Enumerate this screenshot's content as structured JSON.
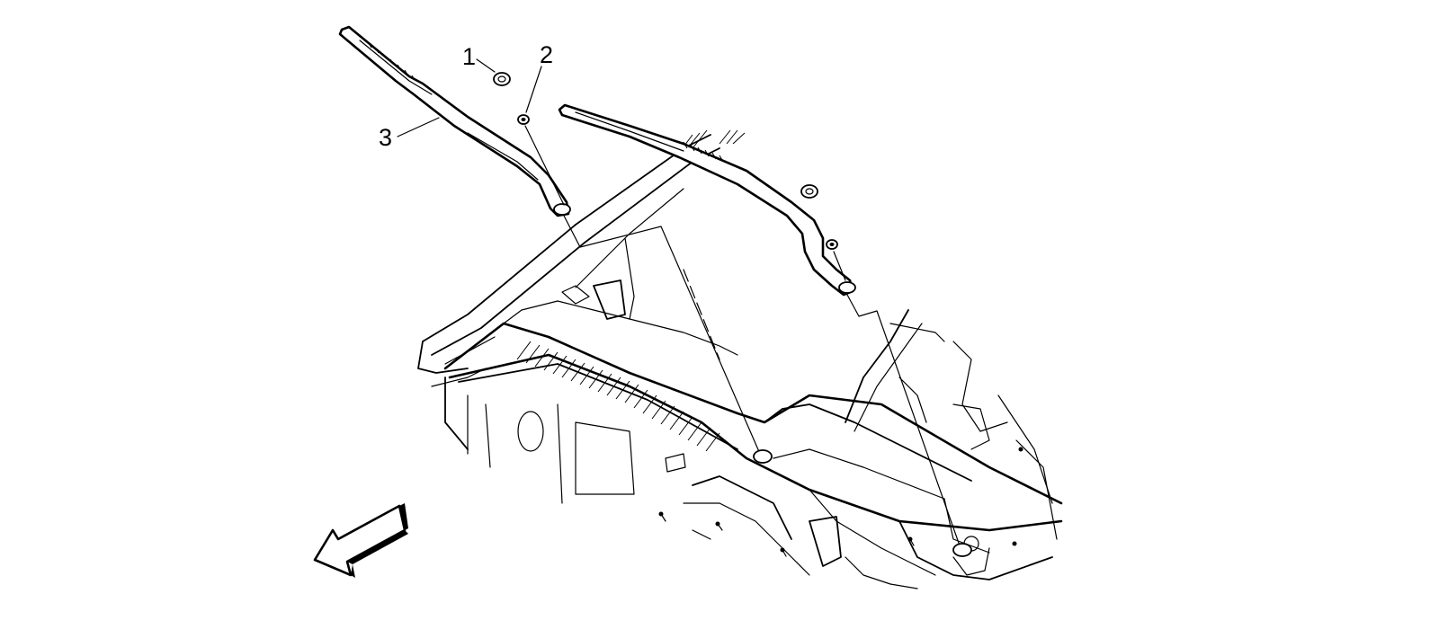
{
  "diagram": {
    "callouts": [
      {
        "id": "1",
        "label": "1"
      },
      {
        "id": "2",
        "label": "2"
      },
      {
        "id": "3",
        "label": "3"
      }
    ],
    "direction_arrow": "front-direction-arrow"
  }
}
